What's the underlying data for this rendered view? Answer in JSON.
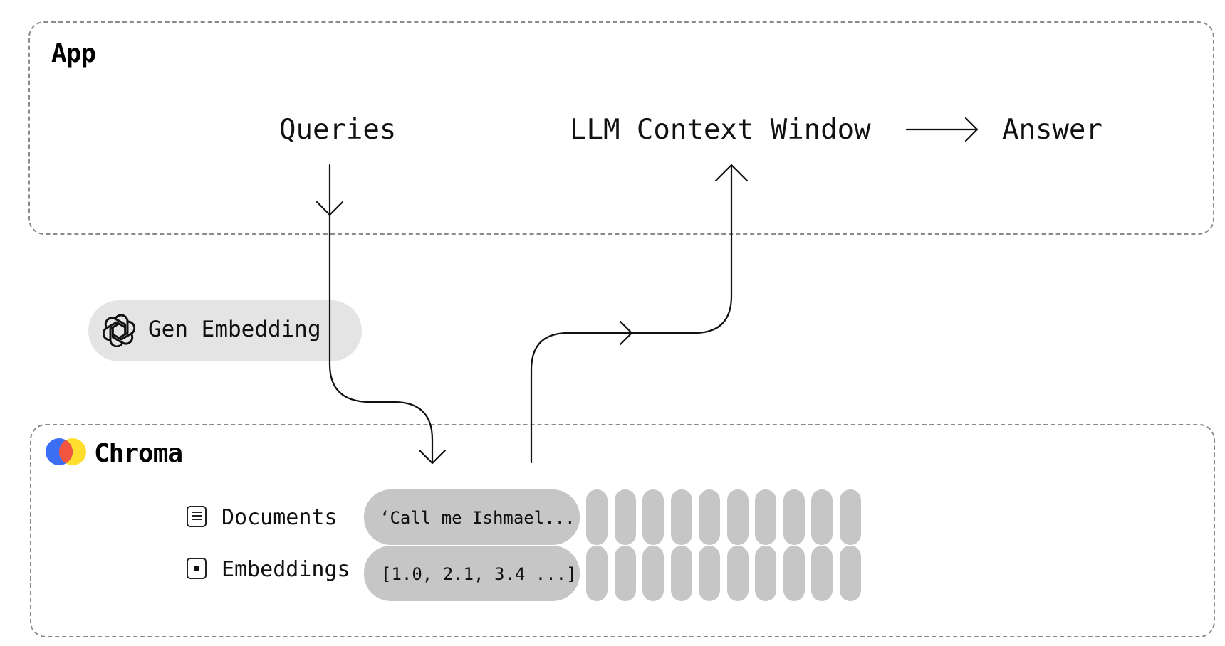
{
  "app": {
    "title": "App",
    "queries": "Queries",
    "context_window": "LLM Context Window",
    "answer": "Answer"
  },
  "gen_embedding": {
    "label": "Gen Embedding",
    "icon": "openai-icon"
  },
  "chroma": {
    "title": "Chroma",
    "logo_colors": [
      "#3B6EF5",
      "#F1543F",
      "#FFDE2D"
    ],
    "rows": [
      {
        "label": "Documents",
        "icon": "document-icon",
        "value": "‘Call me Ishmael..."
      },
      {
        "label": "Embeddings",
        "icon": "embedding-icon",
        "value": "[1.0, 2.1, 3.4 ...]"
      }
    ]
  },
  "colors": {
    "pill": "#c6c6c6",
    "gen_pill": "#e4e4e4",
    "border": "#8a8a8a",
    "line": "#111111"
  }
}
